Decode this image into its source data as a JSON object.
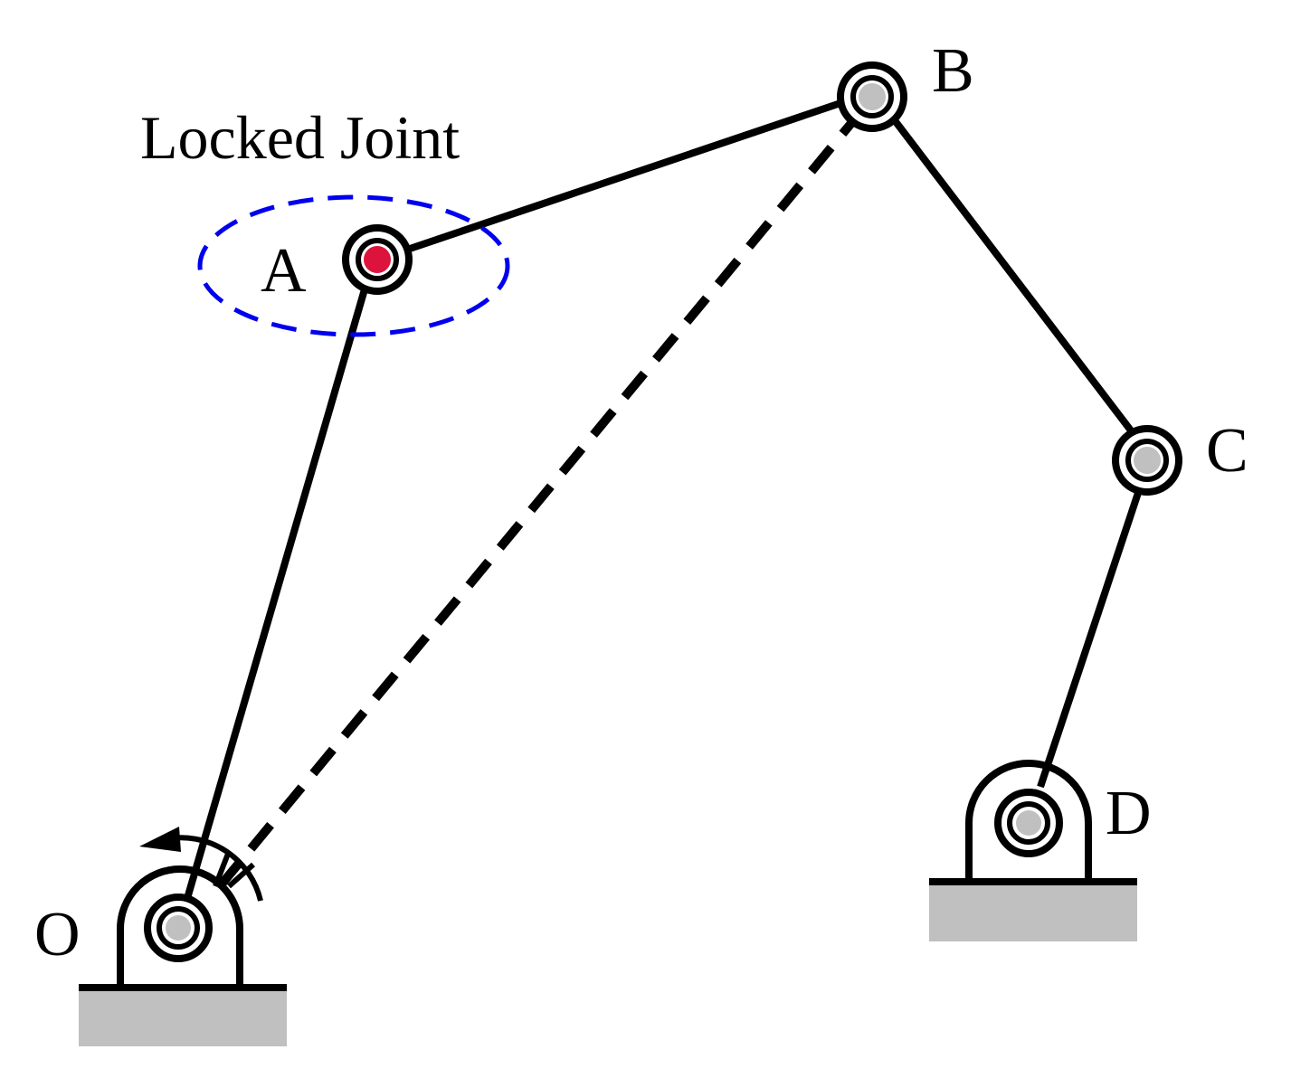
{
  "annotation": {
    "text": "Locked Joint",
    "outline_color": "#0000ee"
  },
  "joints": {
    "A": {
      "label": "A",
      "state": "locked",
      "color": "#dc143c"
    },
    "B": {
      "label": "B",
      "state": "free",
      "color": "#c0c0c0"
    },
    "C": {
      "label": "C",
      "state": "free",
      "color": "#c0c0c0"
    },
    "D": {
      "label": "D",
      "state": "ground pivot",
      "color": "#c0c0c0"
    },
    "O": {
      "label": "O",
      "state": "ground pivot, driven",
      "color": "#c0c0c0"
    }
  },
  "links": [
    {
      "from": "O",
      "to": "A",
      "style": "solid"
    },
    {
      "from": "A",
      "to": "B",
      "style": "solid"
    },
    {
      "from": "B",
      "to": "C",
      "style": "solid"
    },
    {
      "from": "C",
      "to": "D",
      "style": "solid"
    },
    {
      "from": "O",
      "to": "B",
      "style": "dashed"
    }
  ],
  "colors": {
    "line": "#000000",
    "ground": "#c0c0c0"
  }
}
